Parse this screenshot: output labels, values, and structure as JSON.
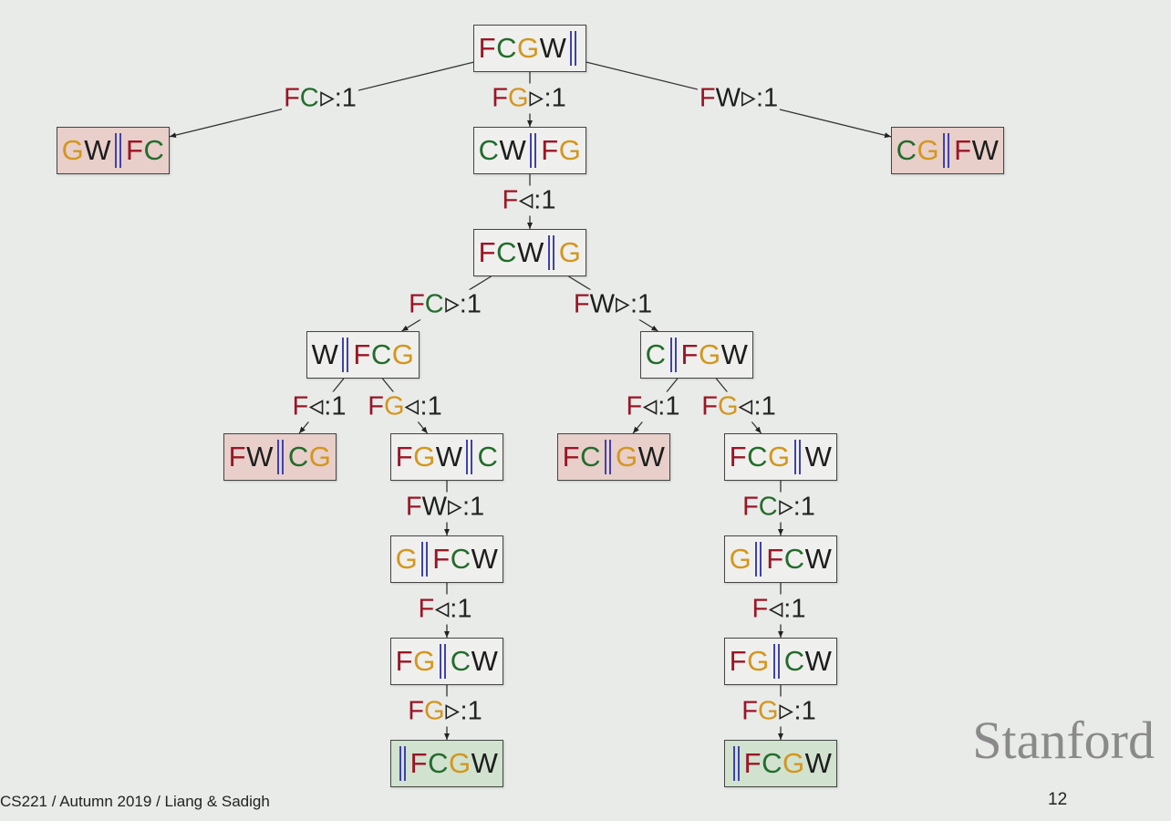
{
  "colors": {
    "F": "#9a1526",
    "C": "#236c2c",
    "G": "#d4961e",
    "W": "#1d1d1d",
    "sep": "#3f42a8",
    "dead_fill": "#e8cfca",
    "goal_fill": "#d1e2cf"
  },
  "nodes": [
    {
      "id": "root",
      "left": "FCGW",
      "right": "",
      "status": "normal"
    },
    {
      "id": "gw-fc",
      "left": "GW",
      "right": "FC",
      "status": "dead"
    },
    {
      "id": "cw-fg",
      "left": "CW",
      "right": "FG",
      "status": "normal"
    },
    {
      "id": "cg-fw",
      "left": "CG",
      "right": "FW",
      "status": "dead"
    },
    {
      "id": "fcw-g",
      "left": "FCW",
      "right": "G",
      "status": "normal"
    },
    {
      "id": "w-fcg",
      "left": "W",
      "right": "FCG",
      "status": "normal"
    },
    {
      "id": "c-fgw",
      "left": "C",
      "right": "FGW",
      "status": "normal"
    },
    {
      "id": "fw-cg",
      "left": "FW",
      "right": "CG",
      "status": "dead"
    },
    {
      "id": "fgw-c",
      "left": "FGW",
      "right": "C",
      "status": "normal"
    },
    {
      "id": "fc-gw",
      "left": "FC",
      "right": "GW",
      "status": "dead"
    },
    {
      "id": "fcg-w",
      "left": "FCG",
      "right": "W",
      "status": "normal"
    },
    {
      "id": "g-fcw-a",
      "left": "G",
      "right": "FCW",
      "status": "normal"
    },
    {
      "id": "g-fcw-b",
      "left": "G",
      "right": "FCW",
      "status": "normal"
    },
    {
      "id": "fg-cw-a",
      "left": "FG",
      "right": "CW",
      "status": "normal"
    },
    {
      "id": "fg-cw-b",
      "left": "FG",
      "right": "CW",
      "status": "normal"
    },
    {
      "id": "goal-a",
      "left": "",
      "right": "FCGW",
      "status": "goal"
    },
    {
      "id": "goal-b",
      "left": "",
      "right": "FCGW",
      "status": "goal"
    }
  ],
  "edges": [
    {
      "from": "root",
      "to": "gw-fc",
      "move": "FC",
      "dir": "right",
      "cost": "1"
    },
    {
      "from": "root",
      "to": "cw-fg",
      "move": "FG",
      "dir": "right",
      "cost": "1"
    },
    {
      "from": "root",
      "to": "cg-fw",
      "move": "FW",
      "dir": "right",
      "cost": "1"
    },
    {
      "from": "cw-fg",
      "to": "fcw-g",
      "move": "F",
      "dir": "left",
      "cost": "1"
    },
    {
      "from": "fcw-g",
      "to": "w-fcg",
      "move": "FC",
      "dir": "right",
      "cost": "1"
    },
    {
      "from": "fcw-g",
      "to": "c-fgw",
      "move": "FW",
      "dir": "right",
      "cost": "1"
    },
    {
      "from": "w-fcg",
      "to": "fw-cg",
      "move": "F",
      "dir": "left",
      "cost": "1"
    },
    {
      "from": "w-fcg",
      "to": "fgw-c",
      "move": "FG",
      "dir": "left",
      "cost": "1"
    },
    {
      "from": "c-fgw",
      "to": "fc-gw",
      "move": "F",
      "dir": "left",
      "cost": "1"
    },
    {
      "from": "c-fgw",
      "to": "fcg-w",
      "move": "FG",
      "dir": "left",
      "cost": "1"
    },
    {
      "from": "fgw-c",
      "to": "g-fcw-a",
      "move": "FW",
      "dir": "right",
      "cost": "1"
    },
    {
      "from": "fcg-w",
      "to": "g-fcw-b",
      "move": "FC",
      "dir": "right",
      "cost": "1"
    },
    {
      "from": "g-fcw-a",
      "to": "fg-cw-a",
      "move": "F",
      "dir": "left",
      "cost": "1"
    },
    {
      "from": "g-fcw-b",
      "to": "fg-cw-b",
      "move": "F",
      "dir": "left",
      "cost": "1"
    },
    {
      "from": "fg-cw-a",
      "to": "goal-a",
      "move": "FG",
      "dir": "right",
      "cost": "1"
    },
    {
      "from": "fg-cw-b",
      "to": "goal-b",
      "move": "FG",
      "dir": "right",
      "cost": "1"
    }
  ],
  "footer": {
    "course": "CS221 / Autumn 2019 / Liang & Sadigh",
    "logo": "Stanford",
    "page": "12"
  }
}
